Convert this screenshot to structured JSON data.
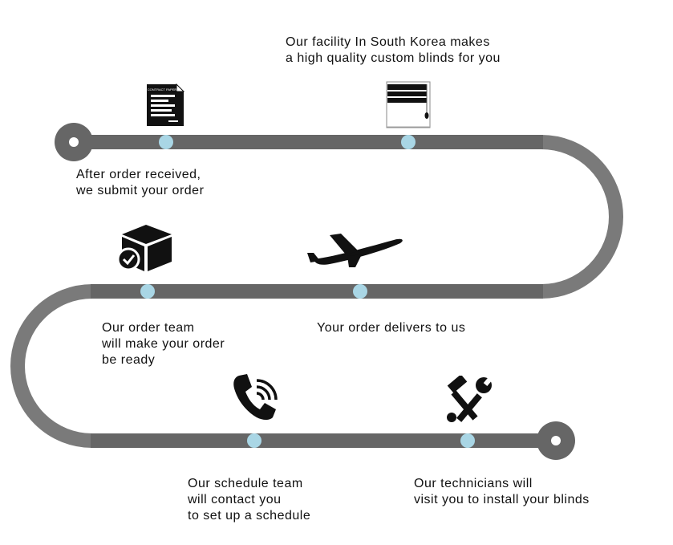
{
  "colors": {
    "track_dark": "#666666",
    "track_light": "#7a7a7a",
    "marker": "#a9d6e5",
    "icon": "#111111",
    "background": "#ffffff"
  },
  "steps": [
    {
      "icon": "contract-document-icon",
      "document_text": "CONTRACT PAPER",
      "lines": [
        "After order received,",
        "we submit your order"
      ]
    },
    {
      "icon": "roller-blind-icon",
      "lines": [
        "Our facility In South Korea makes",
        "a high quality custom blinds for you"
      ]
    },
    {
      "icon": "airplane-icon",
      "lines": [
        "Your order delivers to us"
      ]
    },
    {
      "icon": "box-check-icon",
      "lines": [
        "Our order team",
        "will make your order",
        "be ready"
      ]
    },
    {
      "icon": "phone-icon",
      "lines": [
        "Our schedule team",
        "will contact you",
        "to set up a schedule"
      ]
    },
    {
      "icon": "tools-icon",
      "lines": [
        "Our technicians will",
        "visit you to install your blinds"
      ]
    }
  ]
}
